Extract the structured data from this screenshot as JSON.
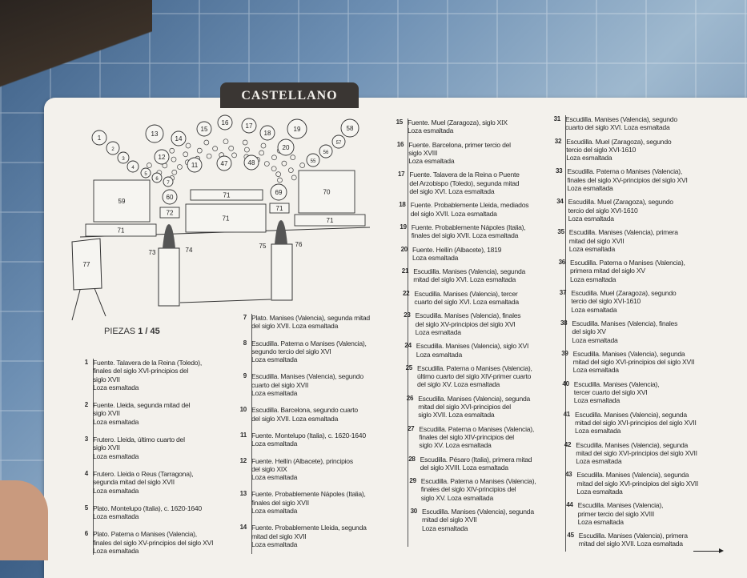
{
  "header": {
    "title": "CASTELLANO"
  },
  "diagram": {
    "circle_labels": [
      "1",
      "2",
      "3",
      "4",
      "5",
      "6",
      "7",
      "12",
      "13",
      "14",
      "15",
      "16",
      "17",
      "18",
      "19",
      "20",
      "11",
      "47",
      "48",
      "60",
      "69",
      "55",
      "56",
      "57",
      "58"
    ],
    "box_labels": [
      "59",
      "71",
      "71",
      "72",
      "71",
      "71",
      "70",
      "71"
    ],
    "furniture_labels": [
      "73",
      "74",
      "75",
      "76",
      "77"
    ]
  },
  "pieces": {
    "label": "PIEZAS",
    "range": "1 / 45",
    "columns": [
      [
        {
          "n": "1",
          "text": "Fuente. Talavera de la Reina (Toledo),\nfinales del siglo XVI-principios del\nsiglo XVII\nLoza esmaltada"
        },
        {
          "n": "2",
          "text": "Fuente. Lleida, segunda mitad del\nsiglo XVII\nLoza esmaltada"
        },
        {
          "n": "3",
          "text": "Frutero. Lleida, último cuarto del\nsiglo XVII\nLoza esmaltada"
        },
        {
          "n": "4",
          "text": "Frutero. Lleida o Reus (Tarragona),\nsegunda mitad del siglo XVII\nLoza esmaltada"
        },
        {
          "n": "5",
          "text": "Plato. Montelupo (Italia), c. 1620-1640\nLoza esmaltada"
        },
        {
          "n": "6",
          "text": "Plato. Paterna o Manises (Valencia),\nfinales del siglo XV-principios del siglo XVI\nLoza esmaltada"
        }
      ],
      [
        {
          "n": "7",
          "text": "Plato. Manises (Valencia), segunda mitad\ndel siglo XVII. Loza esmaltada"
        },
        {
          "n": "8",
          "text": "Escudilla. Paterna o Manises (Valencia),\nsegundo tercio del siglo XVI\nLoza esmaltada"
        },
        {
          "n": "9",
          "text": "Escudilla. Manises (Valencia), segundo\ncuarto del siglo XVII\nLoza esmaltada"
        },
        {
          "n": "10",
          "text": "Escudilla. Barcelona, segundo cuarto\ndel siglo XVII. Loza esmaltada"
        },
        {
          "n": "11",
          "text": "Fuente. Montelupo (Italia), c. 1620-1640\nLoza esmaltada"
        },
        {
          "n": "12",
          "text": "Fuente. Hellín (Albacete), principios\ndel siglo XIX\nLoza esmaltada"
        },
        {
          "n": "13",
          "text": "Fuente. Probablemente Nápoles (Italia),\nfinales del siglo XVII\nLoza esmaltada"
        },
        {
          "n": "14",
          "text": "Fuente. Probablemente Lleida, segunda\nmitad del siglo XVII\nLoza esmaltada"
        }
      ],
      [
        {
          "n": "15",
          "text": "Fuente. Muel (Zaragoza), siglo XIX\nLoza esmaltada"
        },
        {
          "n": "16",
          "text": "Fuente. Barcelona, primer tercio del\nsiglo XVIII\nLoza esmaltada"
        },
        {
          "n": "17",
          "text": "Fuente. Talavera de la Reina o Puente\ndel Arzobispo (Toledo), segunda mitad\ndel siglo XVI. Loza esmaltada"
        },
        {
          "n": "18",
          "text": "Fuente. Probablemente Lleida, mediados\ndel siglo XVII. Loza esmaltada"
        },
        {
          "n": "19",
          "text": "Fuente. Probablemente Nápoles (Italia),\nfinales del siglo XVII. Loza esmaltada"
        },
        {
          "n": "20",
          "text": "Fuente. Hellín (Albacete), 1819\nLoza esmaltada"
        },
        {
          "n": "21",
          "text": "Escudilla. Manises (Valencia), segunda\nmitad del siglo XVI. Loza esmaltada"
        },
        {
          "n": "22",
          "text": "Escudilla. Manises (Valencia), tercer\ncuarto del siglo XVI. Loza esmaltada"
        },
        {
          "n": "23",
          "text": "Escudilla. Manises (Valencia), finales\ndel siglo XV-principios del siglo XVI\nLoza esmaltada"
        },
        {
          "n": "24",
          "text": "Escudilla. Manises (Valencia), siglo XVI\nLoza esmaltada"
        },
        {
          "n": "25",
          "text": "Escudilla. Paterna o Manises (Valencia),\núltimo cuarto del siglo XIV-primer cuarto\ndel siglo XV. Loza esmaltada"
        },
        {
          "n": "26",
          "text": "Escudilla. Manises (Valencia), segunda\nmitad del siglo XVI-principios del\nsiglo XVII. Loza esmaltada"
        },
        {
          "n": "27",
          "text": "Escudilla. Paterna o Manises (Valencia),\nfinales del siglo XIV-principios del\nsiglo XV. Loza esmaltada"
        },
        {
          "n": "28",
          "text": "Escudilla. Pésaro (Italia), primera mitad\ndel siglo XVIII. Loza esmaltada"
        },
        {
          "n": "29",
          "text": "Escudilla. Paterna o Manises (Valencia),\nfinales del siglo XIV-principios del\nsiglo XV. Loza esmaltada"
        },
        {
          "n": "30",
          "text": "Escudilla. Manises (Valencia), segunda\nmitad del siglo XVII\nLoza esmaltada"
        }
      ],
      [
        {
          "n": "31",
          "text": "Escudilla. Manises (Valencia), segundo\ncuarto del siglo XVI. Loza esmaltada"
        },
        {
          "n": "32",
          "text": "Escudilla. Muel (Zaragoza), segundo\ntercio del siglo XVI-1610\nLoza esmaltada"
        },
        {
          "n": "33",
          "text": "Escudilla. Paterna o Manises (Valencia),\nfinales del siglo XV-principios del siglo XVI\nLoza esmaltada"
        },
        {
          "n": "34",
          "text": "Escudilla. Muel (Zaragoza), segundo\ntercio del siglo XVI-1610\nLoza esmaltada"
        },
        {
          "n": "35",
          "text": "Escudilla. Manises (Valencia), primera\nmitad del siglo XVII\nLoza esmaltada"
        },
        {
          "n": "36",
          "text": "Escudilla. Paterna o Manises (Valencia),\nprimera mitad del siglo XV\nLoza esmaltada"
        },
        {
          "n": "37",
          "text": "Escudilla. Muel (Zaragoza), segundo\ntercio del siglo XVI-1610\nLoza esmaltada"
        },
        {
          "n": "38",
          "text": "Escudilla. Manises (Valencia), finales\ndel siglo XV\nLoza esmaltada"
        },
        {
          "n": "39",
          "text": "Escudilla. Manises (Valencia), segunda\nmitad del siglo XVI-principios del siglo XVII\nLoza esmaltada"
        },
        {
          "n": "40",
          "text": "Escudilla. Manises (Valencia),\ntercer cuarto del siglo XVI\nLoza esmaltada"
        },
        {
          "n": "41",
          "text": "Escudilla. Manises (Valencia), segunda\nmitad del siglo XVI-principios del siglo XVII\nLoza esmaltada"
        },
        {
          "n": "42",
          "text": "Escudilla. Manises (Valencia), segunda\nmitad del siglo XVI-principios del siglo XVII\nLoza esmaltada"
        },
        {
          "n": "43",
          "text": "Escudilla. Manises (Valencia), segunda\nmitad del siglo XVI-principios del siglo XVII\nLoza esmaltada"
        },
        {
          "n": "44",
          "text": "Escudilla. Manises (Valencia),\nprimer tercio del siglo XVIII\nLoza esmaltada"
        },
        {
          "n": "45",
          "text": "Escudilla. Manises (Valencia), primera\nmitad del siglo XVII. Loza esmaltada"
        }
      ]
    ]
  },
  "icons": {
    "next": "arrow-right-icon"
  }
}
